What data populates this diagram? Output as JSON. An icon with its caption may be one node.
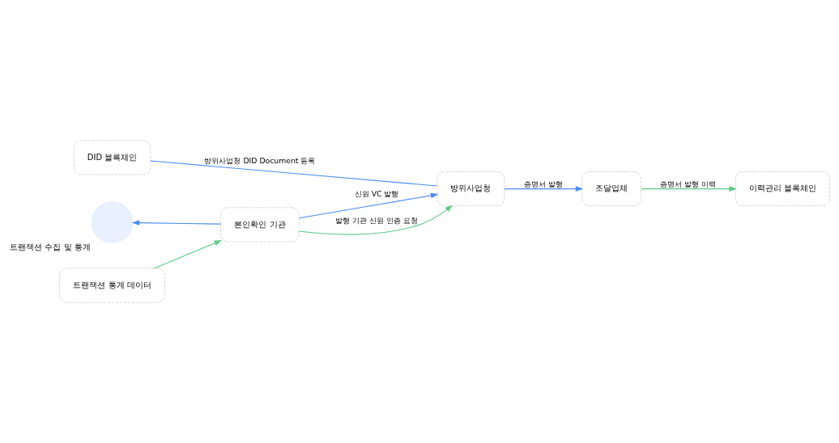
{
  "diagram": {
    "nodes": [
      {
        "text": [
          "DID 블록체인"
        ]
      },
      {
        "text": [],
        "shape": "circle",
        "beside": [
          "트랜잭션 수집 및 통계"
        ]
      },
      {
        "text": [
          "본인확인 기관"
        ]
      },
      {
        "text": [
          "방위사업청"
        ]
      },
      {
        "text": [
          "조달업체"
        ]
      },
      {
        "text": [
          "트랜잭션 통계 데이터"
        ]
      },
      {
        "text": [
          "이력관리 블록체인"
        ]
      }
    ],
    "edges": [
      {
        "from": 2,
        "to": 1,
        "arrow": "to"
      },
      {
        "from": 2,
        "to": 3,
        "arrow": "to",
        "label": "신원 VC 발행"
      },
      {
        "from": 2,
        "to": 3,
        "arrow": "to",
        "label": "발행 기관 신원 인증 요청",
        "color": "#5cc98a"
      },
      {
        "from": 0,
        "to": 3,
        "arrow": "none",
        "label": "방위사업청 DID Document 등록"
      },
      {
        "from": 3,
        "to": 4,
        "arrow": "to",
        "label": "증명서 발행"
      },
      {
        "from": 4,
        "to": 6,
        "arrow": "to",
        "label": "증명서 발행 이력",
        "color": "#5cc98a"
      },
      {
        "from": 5,
        "to": 2,
        "arrow": "to",
        "color": "#5cc98a"
      }
    ]
  }
}
